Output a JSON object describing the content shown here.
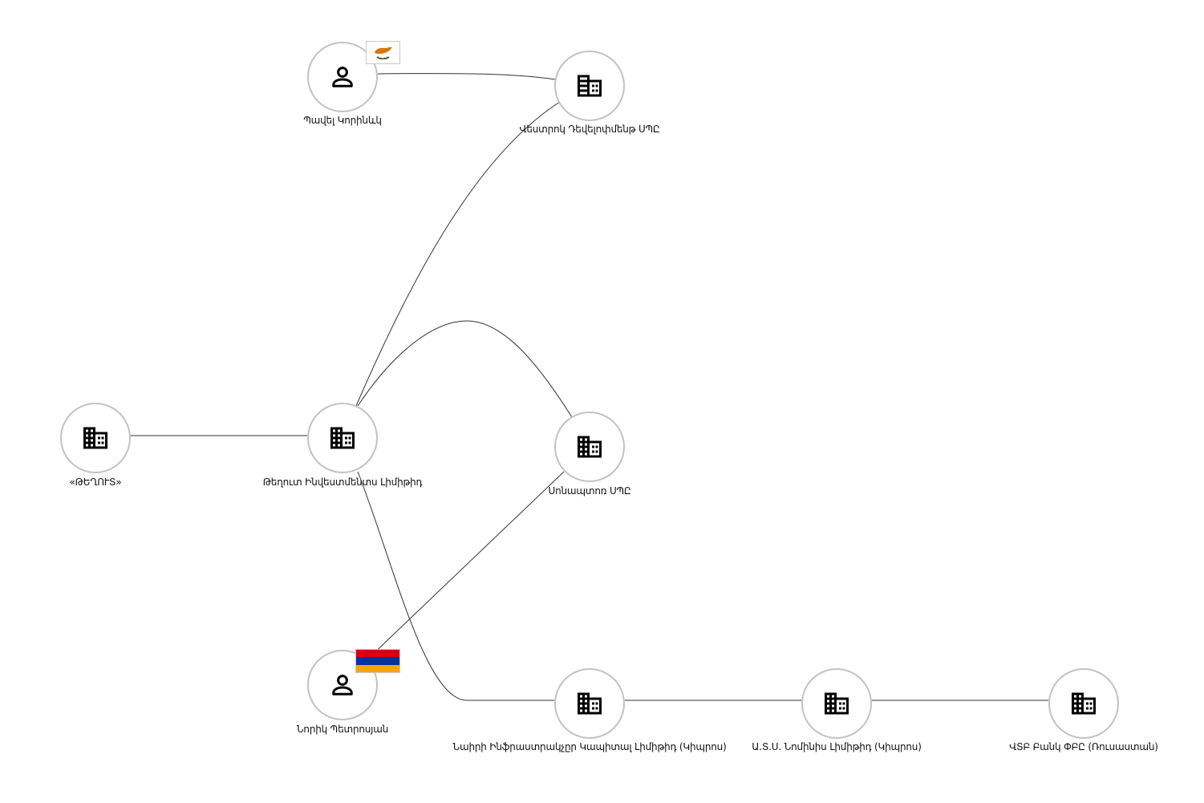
{
  "nodes": [
    {
      "id": "n1",
      "type": "person",
      "icon": "person-icon",
      "label": "Պավել Կորինևկ",
      "flag": "cyprus-flag"
    },
    {
      "id": "n2",
      "type": "company",
      "icon": "building-icon",
      "label": "Վեստրոկ Դեվելոփմենթ ՍՊԸ"
    },
    {
      "id": "n3",
      "type": "company",
      "icon": "building-icon",
      "label": "«ԹԵՂՈՒՏ»"
    },
    {
      "id": "n4",
      "type": "company",
      "icon": "building-icon",
      "label": "Թեղուտ Ինվեստմենտս Լիմիթիդ"
    },
    {
      "id": "n5",
      "type": "company",
      "icon": "building-icon",
      "label": "Սոնապտոռ ՍՊԸ"
    },
    {
      "id": "n6",
      "type": "person",
      "icon": "person-icon",
      "label": "Նորիկ Պետրոսյան",
      "flag": "armenia-flag"
    },
    {
      "id": "n7",
      "type": "company",
      "icon": "building-icon",
      "label": "Նաիրի Ինֆրաստրակչըր Կապիտալ Լիմիթիդ (Կիպրոս)"
    },
    {
      "id": "n8",
      "type": "company",
      "icon": "building-icon",
      "label": "Ա.Տ.Ս. Նոմինիս Լիմիթիդ (Կիպրոս)"
    },
    {
      "id": "n9",
      "type": "company",
      "icon": "building-icon",
      "label": "ՎՏԲ Բանկ ՓԲԸ (Ռուսաստան)"
    }
  ],
  "edges": [
    {
      "from": "n1",
      "to": "n2"
    },
    {
      "from": "n4",
      "to": "n2"
    },
    {
      "from": "n3",
      "to": "n4"
    },
    {
      "from": "n4",
      "to": "n5"
    },
    {
      "from": "n6",
      "to": "n5"
    },
    {
      "from": "n4",
      "to": "n7"
    },
    {
      "from": "n7",
      "to": "n8"
    },
    {
      "from": "n8",
      "to": "n9"
    }
  ],
  "colors": {
    "edge": "#333333",
    "node_border": "#c2c2c2",
    "icon": "#000000",
    "armenia_red": "#d90012",
    "armenia_blue": "#0033a0",
    "armenia_orange": "#f2a800",
    "cyprus_copper": "#d57800",
    "cyprus_olive": "#4e5b31"
  }
}
